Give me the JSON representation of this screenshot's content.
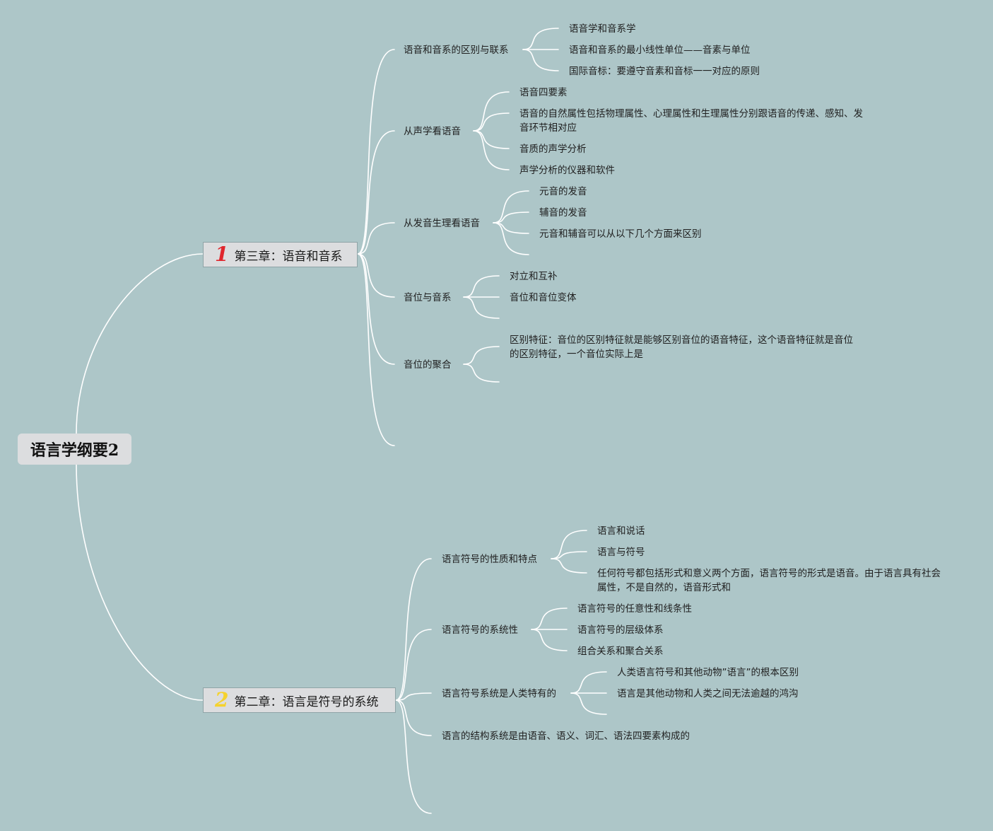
{
  "root": {
    "label": "语言学纲要2"
  },
  "chapters": [
    {
      "number": "1",
      "number_color": "#e0262d",
      "label": "第三章：语音和音系",
      "sections": [
        {
          "label": "语音和音系的区别与联系",
          "items": [
            "语音学和音系学",
            "语音和音系的最小线性单位——音素与单位",
            "国际音标：要遵守音素和音标一一对应的原则"
          ]
        },
        {
          "label": "从声学看语音",
          "items": [
            "语音四要素",
            "语音的自然属性包括物理属性、心理属性和生理属性分别跟语音的传递、感知、发音环节相对应",
            "音质的声学分析",
            "声学分析的仪器和软件"
          ]
        },
        {
          "label": "从发音生理看语音",
          "items": [
            "元音的发音",
            "辅音的发音",
            "元音和辅音可以从以下几个方面来区别"
          ]
        },
        {
          "label": "音位与音系",
          "items": [
            "对立和互补",
            "音位和音位变体"
          ]
        },
        {
          "label": "音位的聚合",
          "items": [
            "区别特征：音位的区别特征就是能够区别音位的语音特征，这个语音特征就是音位的区别特征，一个音位实际上是"
          ]
        }
      ]
    },
    {
      "number": "2",
      "number_color": "#f5d22e",
      "label": "第二章：语言是符号的系统",
      "sections": [
        {
          "label": "语言符号的性质和特点",
          "items": [
            "语言和说话",
            "语言与符号",
            "任何符号都包括形式和意义两个方面，语言符号的形式是语音。由于语言具有社会属性，不是自然的，语音形式和"
          ]
        },
        {
          "label": "语言符号的系统性",
          "items": [
            "语言符号的任意性和线条性",
            "语言符号的层级体系",
            "组合关系和聚合关系"
          ]
        },
        {
          "label": "语言符号系统是人类特有的",
          "items": [
            "人类语言符号和其他动物”语言”的根本区别",
            "语言是其他动物和人类之间无法逾越的鸿沟"
          ]
        },
        {
          "label": "语言的结构系统是由语音、语义、词汇、语法四要素构成的",
          "items": []
        }
      ]
    }
  ],
  "colors": {
    "background": "#adc6c8",
    "connector": "#ffffff",
    "node_fill": "#dcdddf"
  }
}
